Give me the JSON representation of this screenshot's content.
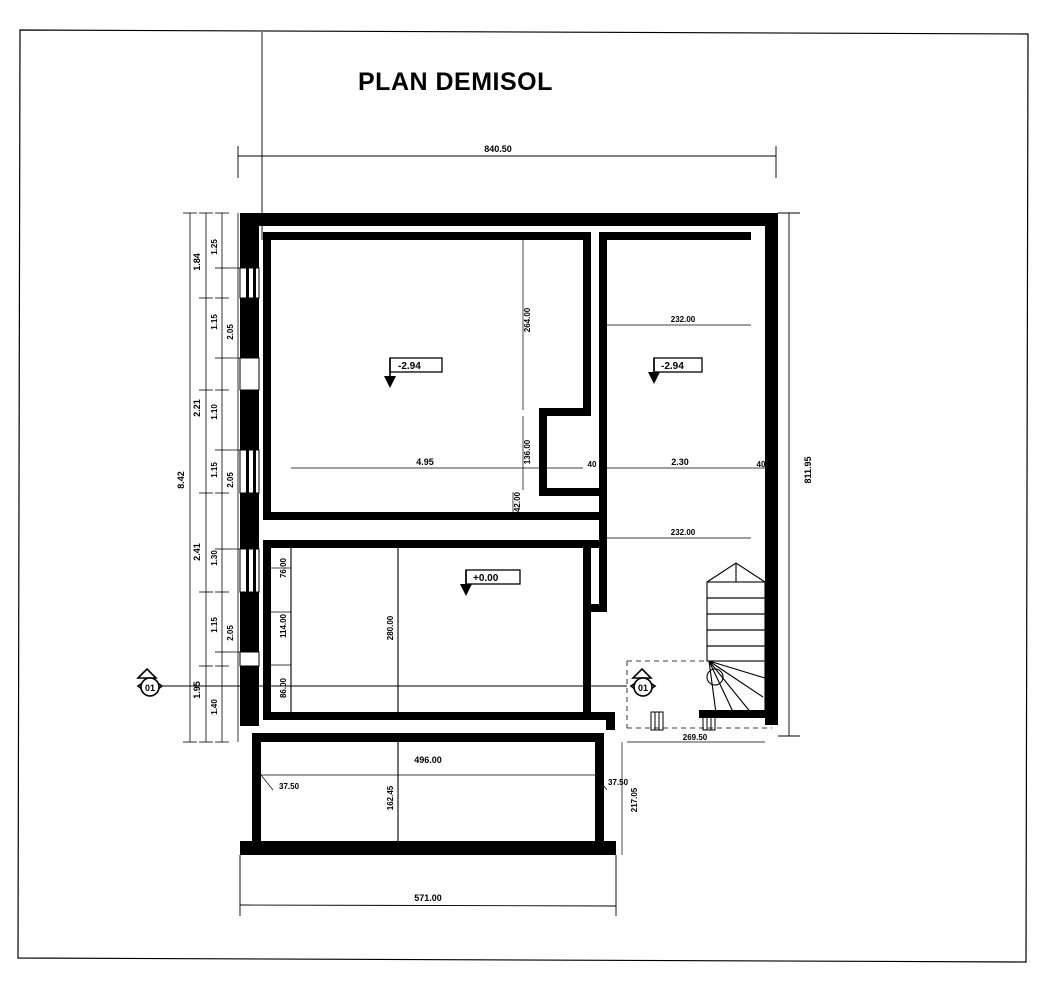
{
  "sheet": {
    "title": "PLAN DEMISOL",
    "background_color": "#ffffff",
    "line_color": "#000000"
  },
  "dimensions": {
    "top_overall": "840.50",
    "right_overall": "811.95",
    "bottom_overall": "571.00",
    "left_chain_outer": [
      "8.42"
    ],
    "left_chain_mid": [
      "1.84",
      "2.21",
      "2.41",
      "1.95"
    ],
    "left_chain_inner": [
      "1.25",
      "1.15",
      "2.05",
      "1.10",
      "1.15",
      "2.05",
      "1.30",
      "1.15",
      "2.05",
      "1.40"
    ],
    "left_room": {
      "v_264": "264.00",
      "v_136": "136.00",
      "v_42": "42.00",
      "h_495": "4.95"
    },
    "right_room": {
      "v_232_top": "232.00",
      "h_230": "2.30",
      "v_232_bottom": "232.00",
      "wall_left": "40",
      "wall_right": "40"
    },
    "lower_room": {
      "v_76": "76.00",
      "v_114": "114.00",
      "v_86": "86.00",
      "v_280": "280.00"
    },
    "terrace": {
      "h_496": "496.00",
      "v_162": "162.45",
      "v_217": "217.05",
      "left_37": "37.50",
      "right_37": "37.50"
    },
    "stair_base": "269.50"
  },
  "levels": [
    {
      "id": "level-upper-left",
      "label": "-2.94"
    },
    {
      "id": "level-upper-right",
      "label": "-2.94"
    },
    {
      "id": "level-lower",
      "label": "+0.00"
    }
  ],
  "section_markers": [
    {
      "id": "section-marker-left",
      "label": "01"
    },
    {
      "id": "section-marker-right",
      "label": "01"
    }
  ]
}
